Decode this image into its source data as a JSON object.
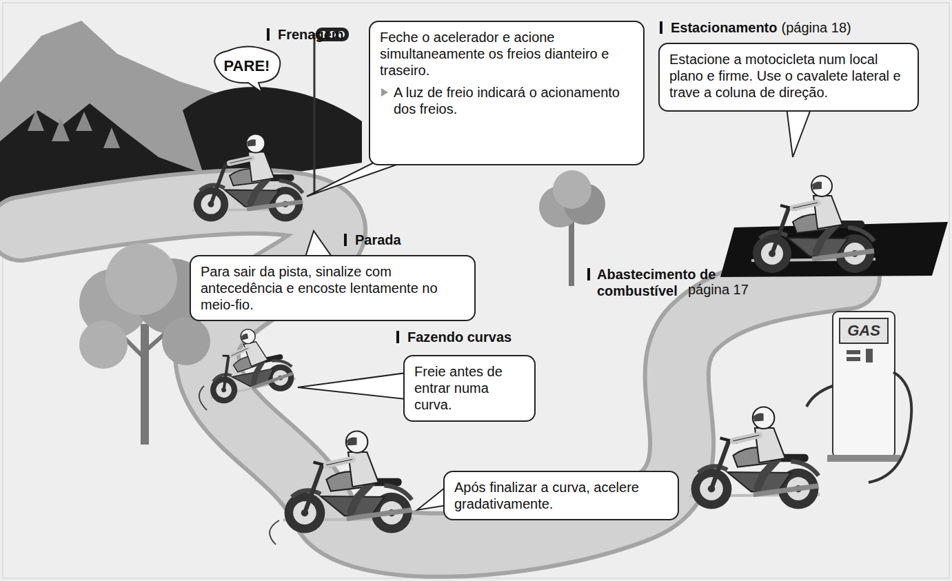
{
  "diagram": {
    "nodes": [
      {
        "text": [
          "Frenagem",
          "Feche o acelerador e acione simultaneamente os freios dianteiro e traseiro.",
          "A luz de freio indicará o acionamento dos freios."
        ]
      },
      {
        "text": [
          "Estacionamento",
          "(página 18)",
          "Estacione a motocicleta num local plano e firme. Use o cavalete lateral e trave a coluna de direção."
        ]
      },
      {
        "text": [
          "Parada",
          "Para sair da pista, sinalize com antecedência e encoste lentamente no meio-fio."
        ]
      },
      {
        "text": [
          "Fazendo curvas",
          "Freie antes de entrar numa curva."
        ]
      },
      {
        "text": [
          "Após finalizar a curva, acelere gradativamente."
        ]
      }
    ],
    "labels": [
      "PARE!",
      "GAS",
      "Abastecimento de combustível",
      "página 17"
    ]
  }
}
